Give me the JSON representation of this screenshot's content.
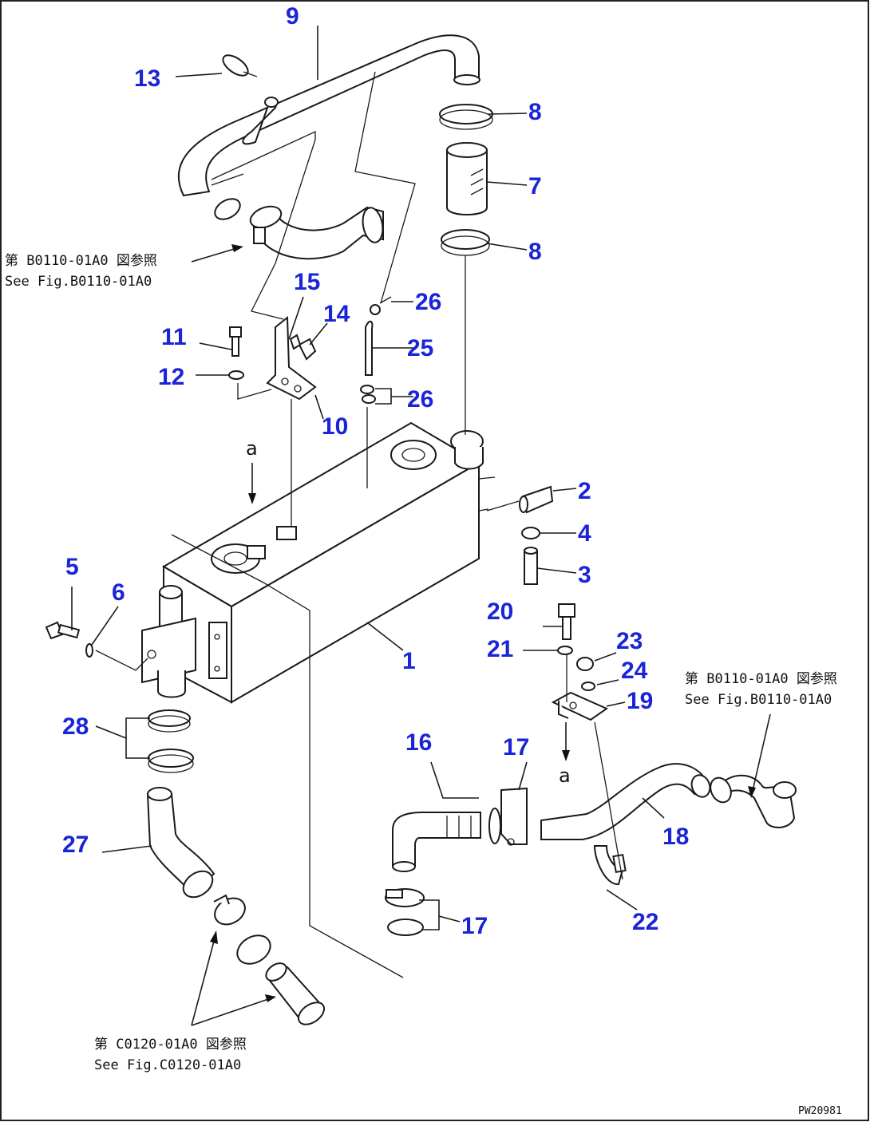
{
  "drawing": {
    "callouts": [
      "9",
      "13",
      "8",
      "7",
      "8",
      "15",
      "26",
      "14",
      "11",
      "25",
      "12",
      "26",
      "10",
      "2",
      "4",
      "3",
      "5",
      "6",
      "1",
      "20",
      "21",
      "23",
      "24",
      "19",
      "28",
      "16",
      "17",
      "18",
      "27",
      "17",
      "22"
    ],
    "references": {
      "ref_b0110_a": {
        "jp": "第 B0110-01A0 図参照",
        "en": "See Fig.B0110-01A0"
      },
      "ref_b0110_b": {
        "jp": "第 B0110-01A0 図参照",
        "en": "See Fig.B0110-01A0"
      },
      "ref_c0120": {
        "jp": "第 C0120-01A0 図参照",
        "en": "See Fig.C0120-01A0"
      }
    },
    "view_letter_top": "a",
    "view_letter_bottom": "a",
    "drawing_code": "PW20981"
  }
}
